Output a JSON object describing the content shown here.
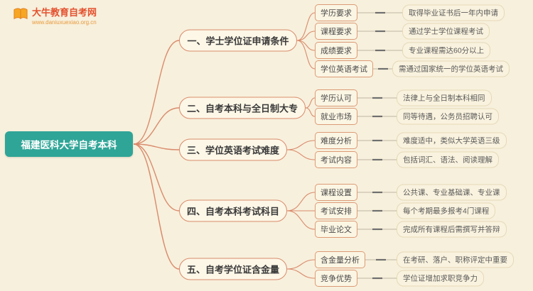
{
  "site": {
    "name": "大牛教育自考网",
    "url": "www.daniuxuexiao.org.cn"
  },
  "root": {
    "label": "福建医科大学自考本科"
  },
  "colors": {
    "background": "#f7f0dc",
    "root_bg": "#2fa597",
    "branch_border": "#d98b6d",
    "logo_text": "#e4512e",
    "connector_main": "#d98b6d",
    "connector_leaf": "#bfb6a4"
  },
  "branches": [
    {
      "label": "一、学士学位证申请条件",
      "subs": [
        {
          "label": "学历要求",
          "detail": "取得毕业证书后一年内申请"
        },
        {
          "label": "课程要求",
          "detail": "通过学士学位课程考试"
        },
        {
          "label": "成绩要求",
          "detail": "专业课程需达60分以上"
        },
        {
          "label": "学位英语考试",
          "detail": "需通过国家统一的学位英语考试"
        }
      ]
    },
    {
      "label": "二、自考本科与全日制大专",
      "subs": [
        {
          "label": "学历认可",
          "detail": "法律上与全日制本科相同"
        },
        {
          "label": "就业市场",
          "detail": "同等待遇，公务员招聘认可"
        }
      ]
    },
    {
      "label": "三、学位英语考试难度",
      "subs": [
        {
          "label": "难度分析",
          "detail": "难度适中，类似大学英语三级"
        },
        {
          "label": "考试内容",
          "detail": "包括词汇、语法、阅读理解"
        }
      ]
    },
    {
      "label": "四、自考本科考试科目",
      "subs": [
        {
          "label": "课程设置",
          "detail": "公共课、专业基础课、专业课"
        },
        {
          "label": "考试安排",
          "detail": "每个考期最多报考4门课程"
        },
        {
          "label": "毕业论文",
          "detail": "完成所有课程后需撰写并答辩"
        }
      ]
    },
    {
      "label": "五、自考学位证含金量",
      "subs": [
        {
          "label": "含金量分析",
          "detail": "在考研、落户、职称评定中重要"
        },
        {
          "label": "竞争优势",
          "detail": "学位证增加求职竞争力"
        }
      ]
    }
  ]
}
